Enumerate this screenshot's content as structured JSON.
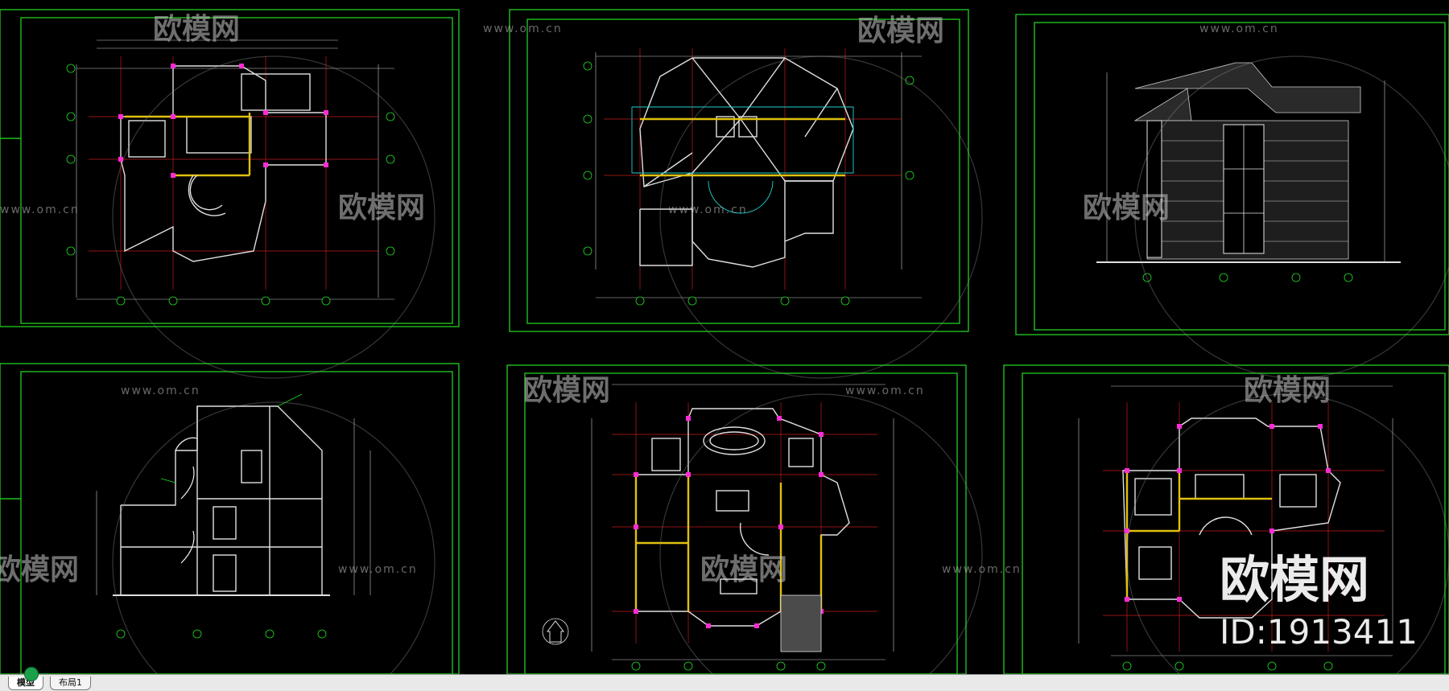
{
  "tabs": [
    {
      "label": "模型",
      "active": true
    },
    {
      "label": "布局1",
      "active": false
    }
  ],
  "watermark": {
    "logo_text": "欧模网",
    "url_text": "www.om.cn"
  },
  "brand_mark": {
    "title": "欧模网",
    "id_text": "ID:1913411"
  },
  "colors": {
    "frame": "#1fbf1f",
    "wall": "#e0c010",
    "column": "#ff2bd6",
    "grid": "#c41a1a",
    "background": "#000000",
    "statusbar": "#e9e9e9"
  },
  "icons": {
    "model_space": "viewport-badge-icon"
  }
}
